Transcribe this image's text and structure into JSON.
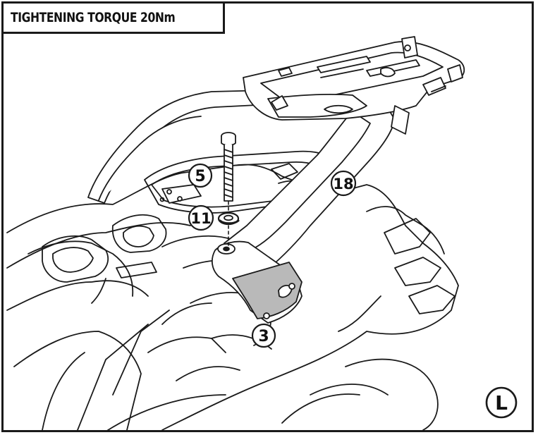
{
  "header": {
    "torque_label": "TIGHTENING TORQUE 20Nm"
  },
  "callouts": [
    {
      "id": "5",
      "label": "5"
    },
    {
      "id": "11",
      "label": "11"
    },
    {
      "id": "18",
      "label": "18"
    },
    {
      "id": "3",
      "label": "3"
    }
  ],
  "step_label": "L",
  "colors": {
    "line": "#1a1a1a",
    "bracket_fill": "#b9b9b9",
    "frame": "#1a1a1a"
  }
}
